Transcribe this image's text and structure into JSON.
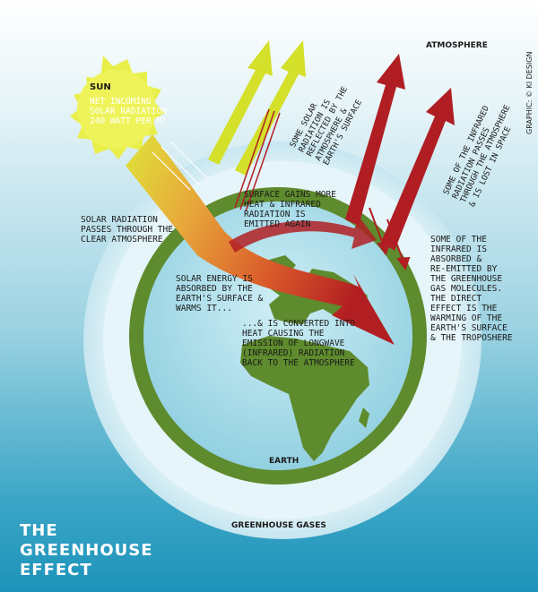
{
  "title_lines": [
    "THE",
    "GREENHOUSE",
    "EFFECT"
  ],
  "credit": "GRAPHIC: © KI DESIGN",
  "labels": {
    "sun": "SUN",
    "net_incoming": [
      "NET INCOMING",
      "SOLAR RADIATION",
      "240 WATT PER M²"
    ],
    "atmosphere": "ATMOSPHERE",
    "earth": "EARTH",
    "greenhouse_gases": "GREENHOUSE GASES",
    "solar_passes": [
      "SOLAR RADIATION",
      "PASSES THROUGH THE",
      "CLEAR ATMOSPHERE"
    ],
    "surface_gains": [
      "SURFACE GAINS MORE",
      "HEAT & INFRARED",
      "RADIATION IS",
      "EMITTED AGAIN"
    ],
    "solar_absorbed": [
      "SOLAR ENERGY IS",
      "ABSORBED BY THE",
      "EARTH'S SURFACE &",
      "WARMS IT..."
    ],
    "converted": [
      "...& IS CONVERTED INTO",
      "HEAT CAUSING THE",
      "EMISSION OF LONGWAVE",
      "(INFRARED) RADIATION",
      "BACK TO THE ATMOSPHERE"
    ],
    "reemitted": [
      "SOME OF THE",
      "INFRARED IS",
      "ABSORBED &",
      "RE-EMITTED BY",
      "THE GREENHOUSE",
      "GAS MOLECULES.",
      "THE DIRECT",
      "EFFECT IS THE",
      "WARMING OF THE",
      "EARTH'S SURFACE",
      "& THE TROPOSHERE"
    ],
    "reflected": [
      "SOME SOLAR",
      "RADIATION IS",
      "REFLECTED BY THE",
      "ATMOSPHERE &",
      "EARTH'S SURFACE"
    ],
    "lost_in_space": [
      "SOME OF THE INFRARED",
      "RADIATION PASSES",
      "THROUGH THE ATMOSPHERE",
      "& IS LOST IN SPACE"
    ]
  },
  "colors": {
    "sun": "#e8ef4a",
    "reflected_arrow": "#d4e02a",
    "infrared_arrow": "#b01e23",
    "land": "#5e8b2d",
    "ocean": "#a5d9e6",
    "greenhouse_ring": "#dff1f6",
    "background_bottom": "#1e93ba"
  }
}
